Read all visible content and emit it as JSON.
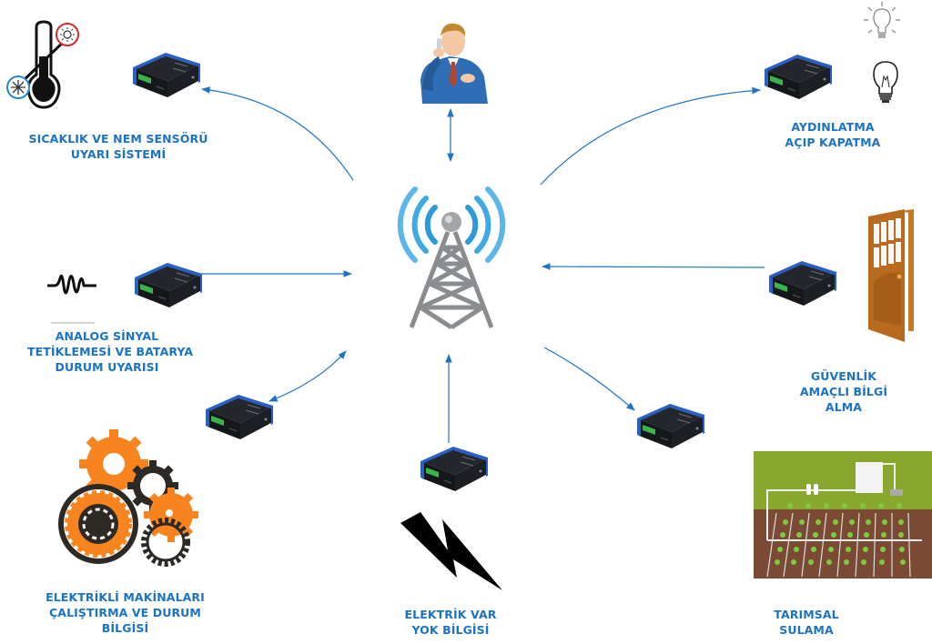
{
  "title": "IoT GSM Control Device Application Scenarios",
  "colors": {
    "label": "#1a73c4",
    "arrow": "#1e74c6",
    "device_body": "#1b1f24",
    "device_trim": "#2a5fc4",
    "terminal": "#39b54a",
    "gear_orange": "#f7841e",
    "gear_dark": "#2d2a26",
    "tower_waves": "#2c9ad9",
    "tower_gray": "#8a8d90",
    "door": "#b86a1e",
    "field_grass": "#8aa72d",
    "field_soil": "#7a4a34"
  },
  "center": {
    "name": "Cell Tower",
    "icon": "cell-tower-icon"
  },
  "top": {
    "name": "User on phone",
    "icon": "businessman-phone-icon",
    "connection": "bidirectional"
  },
  "nodes": [
    {
      "id": "temperature",
      "icon": "thermometer-icon",
      "label_lines": [
        "SICAKLIK VE NEM SENSÖRÜ",
        "UYARI SİSTEMİ"
      ],
      "connection": "tower-to-device"
    },
    {
      "id": "analog",
      "icon": "signal-wave-icon",
      "label_lines": [
        "ANALOG SİNYAL",
        "TETİKLEMESİ VE BATARYA",
        "DURUM UYARISI"
      ],
      "connection": "device-to-tower"
    },
    {
      "id": "machines",
      "icon": "gears-icon",
      "label_lines": [
        "ELEKTRİKLİ MAKİNALARI",
        "ÇALIŞTIRMA VE DURUM",
        "BİLGİSİ"
      ],
      "connection": "bidirectional"
    },
    {
      "id": "power",
      "icon": "lightning-bolt-icon",
      "label_lines": [
        "ELEKTRİK VAR",
        "YOK BİLGİSİ"
      ],
      "connection": "device-to-tower"
    },
    {
      "id": "irrigation",
      "icon": "irrigation-field-icon",
      "label_lines": [
        "TARIMSAL",
        "SULAMA"
      ],
      "connection": "tower-to-device"
    },
    {
      "id": "security",
      "icon": "door-icon",
      "label_lines": [
        "GÜVENLİK",
        "AMAÇLI BİLGİ",
        "ALMA"
      ],
      "connection": "device-to-tower"
    },
    {
      "id": "lighting",
      "icon": "light-bulb-icon",
      "label_lines": [
        "AYDINLATMA",
        "AÇIP KAPATMA"
      ],
      "connection": "tower-to-device"
    }
  ]
}
